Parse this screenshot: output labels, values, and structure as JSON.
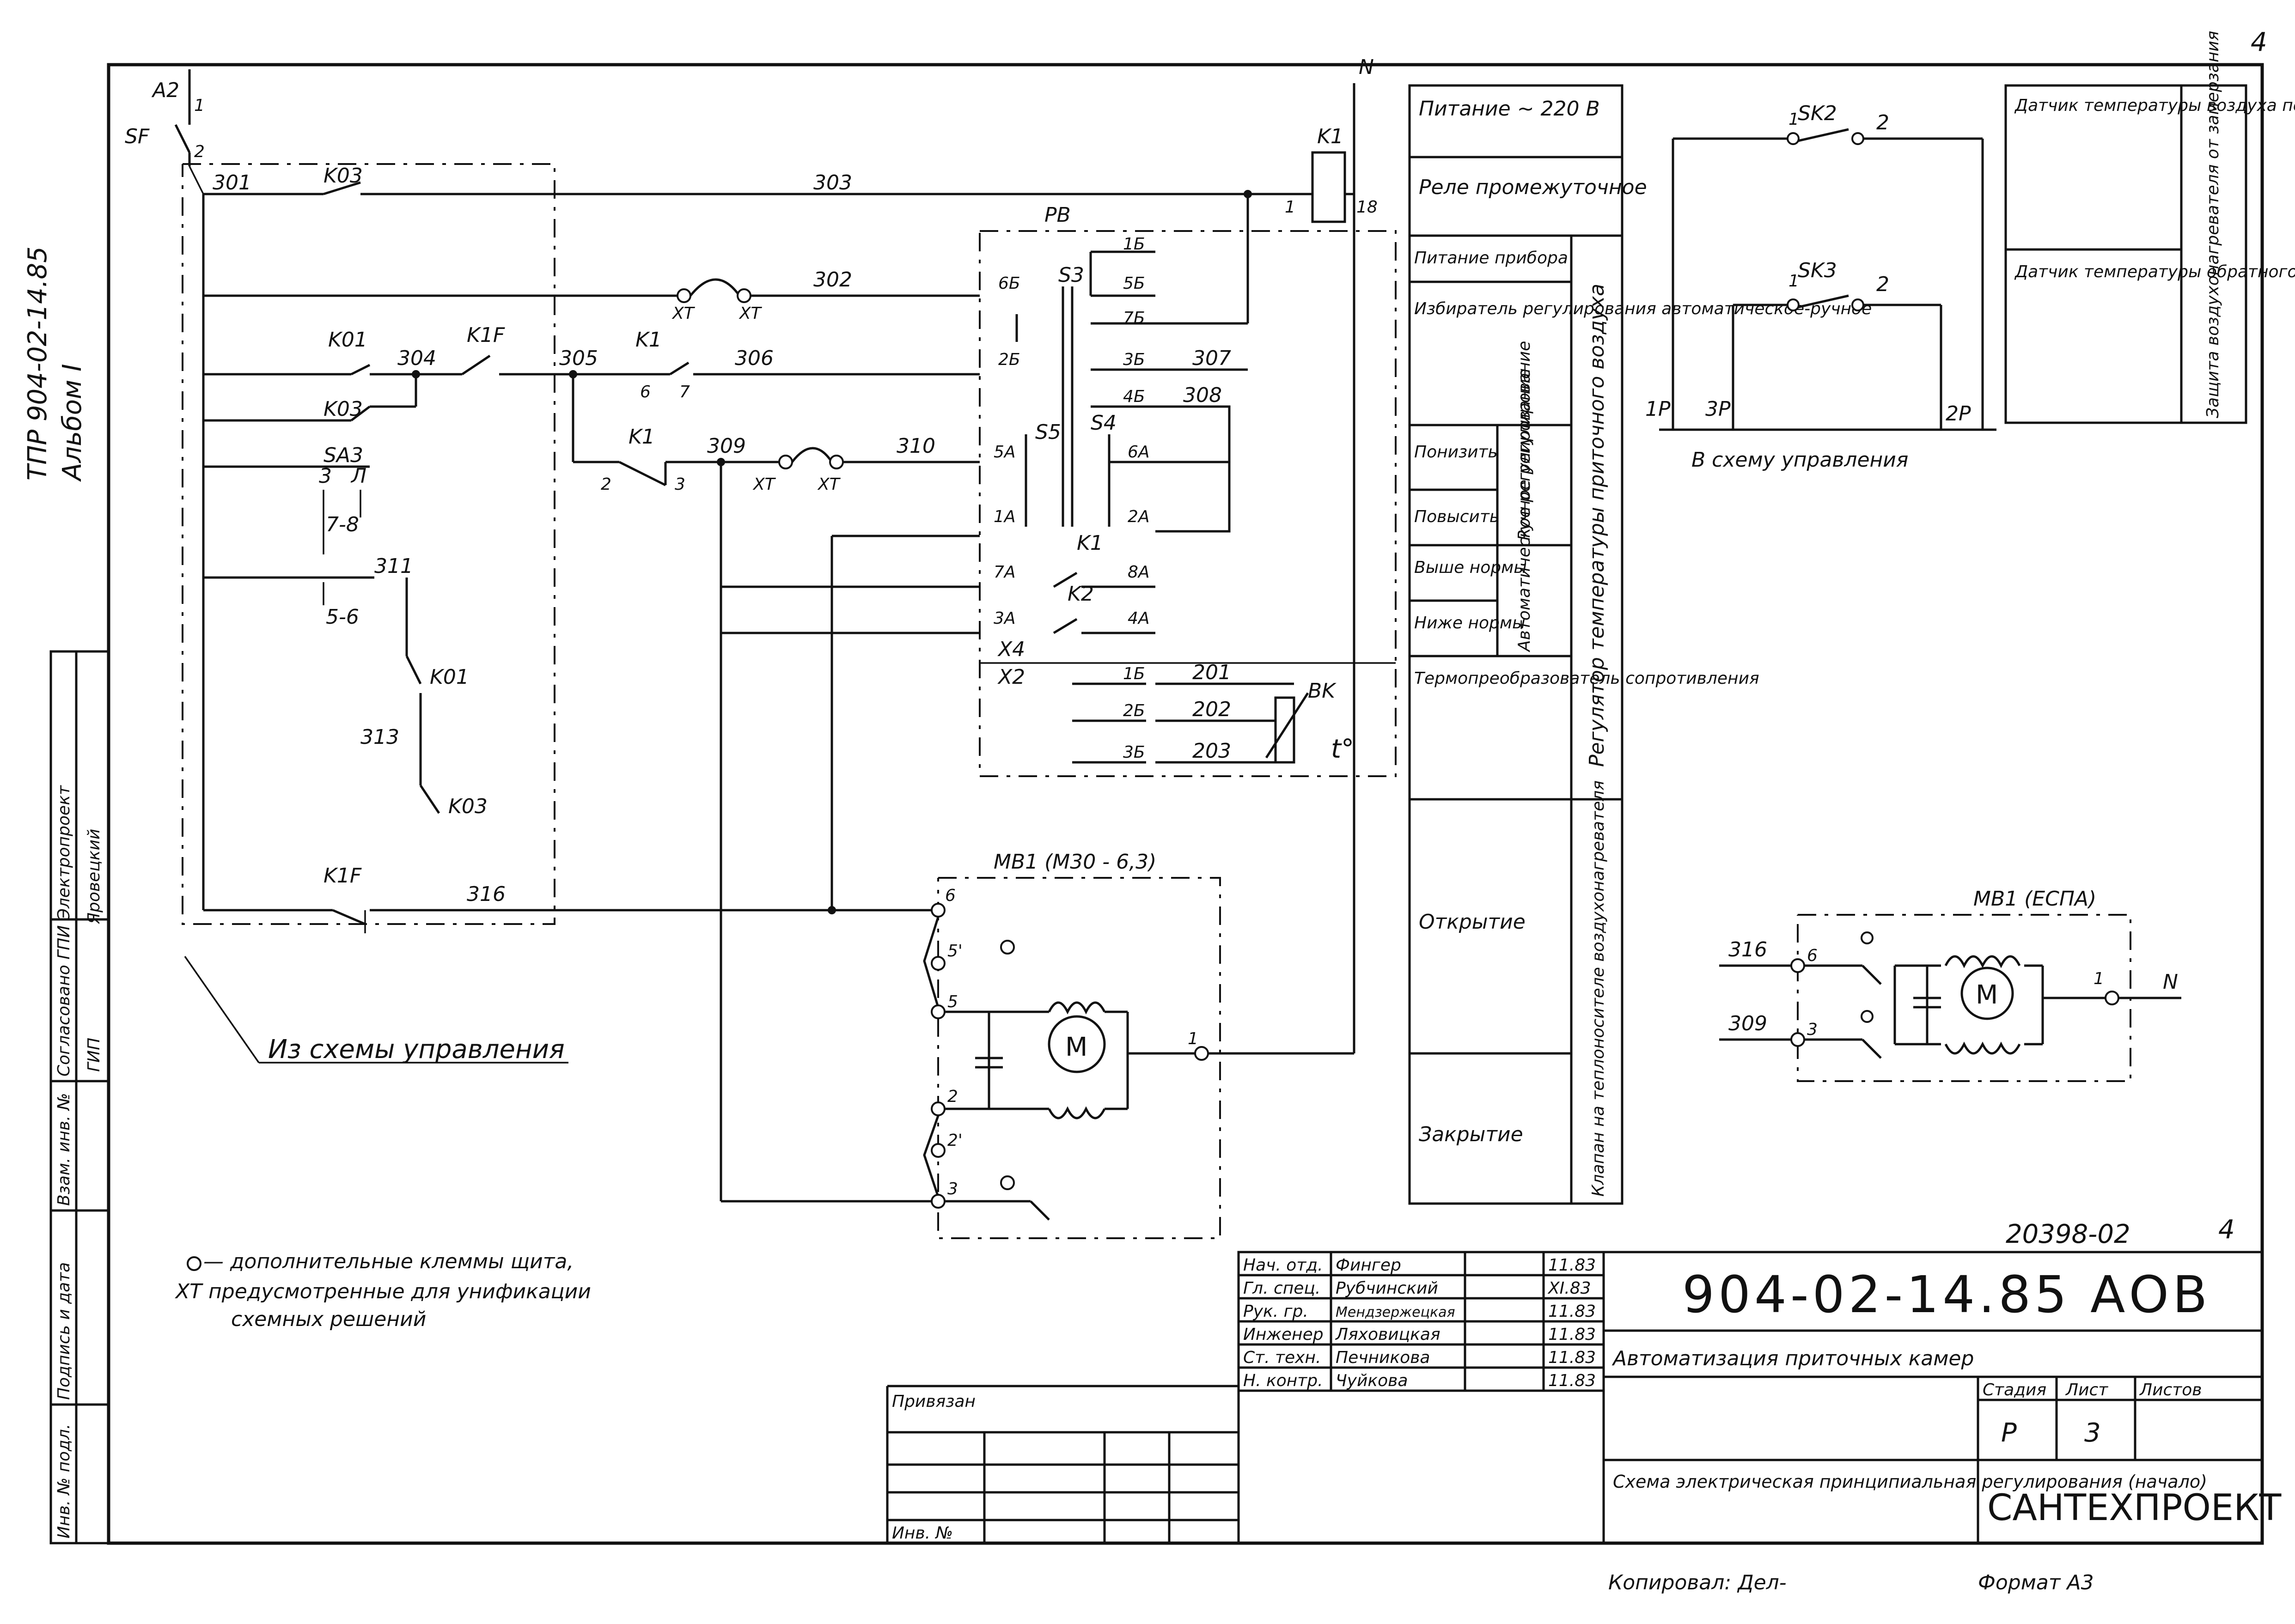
{
  "sheet": {
    "page_number": "4",
    "page_number_bottom": "4",
    "doc_code": "20398-02",
    "album_side": "ТПР 904-02-14.85",
    "album_side2": "Альбом I",
    "copied": "Копировал: Дел-",
    "format": "Формат А3"
  },
  "left_stamp": {
    "agreed": "Согласовано ГПИ Электропроект",
    "gip": "ГИП",
    "gip_name": "Яровецкий",
    "replace_inv": "Взам. инв. №",
    "sign_date": "Подпись и дата",
    "inv_orig": "Инв. № подл."
  },
  "schematic": {
    "labels": {
      "A2": "A2",
      "SF": "SF",
      "N": "N",
      "K1": "K1",
      "PB": "PB",
      "K03_top": "K03",
      "K01": "K01",
      "K1F": "K1F",
      "K03_mid": "K03",
      "SA3": "SA3",
      "SA3_3": "3",
      "SA3_L": "Л",
      "K1_a": "K1",
      "K1_b": "K1",
      "S3": "S3",
      "S4": "S4",
      "S5": "S5",
      "K1_c": "K1",
      "K2": "K2",
      "X4": "X4",
      "X2": "X2",
      "BK": "BK",
      "t": "t°",
      "K01_low": "K01",
      "K03_low": "K03",
      "K1F_low": "K1F",
      "MB1": "MB1  (M30 - 6,3)",
      "XT1": "XT",
      "XT2": "XT",
      "XT3": "XT",
      "XT4": "XT"
    },
    "wires": [
      "301",
      "303",
      "302",
      "304",
      "305",
      "306",
      "307",
      "308",
      "309",
      "310",
      "311",
      "313",
      "316",
      "201",
      "202",
      "203"
    ],
    "pins": {
      "p1": "1",
      "p2": "2",
      "p1k1": "1",
      "p18": "18",
      "p6": "6",
      "p7": "7",
      "p2b": "2",
      "p3b": "3",
      "p78": "7-8",
      "p56": "5-6",
      "t1B": "1Б",
      "t5B": "5Б",
      "t7B": "7Б",
      "t6B": "6Б",
      "t2B": "2Б",
      "t3B": "3Б",
      "t4B": "4Б",
      "t5A": "5А",
      "t6A": "6А",
      "t1A": "1А",
      "t2A": "2А",
      "t7A": "7А",
      "t8A": "8А",
      "t3A": "3А",
      "t4A": "4А",
      "x21": "1Б",
      "x22": "2Б",
      "x23": "3Б",
      "m6": "6",
      "m51": "5'",
      "m5": "5",
      "m2": "2",
      "m21": "2'",
      "m3": "3",
      "m1": "1"
    },
    "from_control": "Из схемы управления"
  },
  "legend_table": {
    "r1": "Питание ~ 220 В",
    "r2": "Реле промежуточное",
    "r3": "Питание прибора",
    "r4": "Избиратель регулирования автоматическое-ручное",
    "r5a": "Понизить",
    "r5b": "Повысить",
    "r5c": "Ручное регулирование",
    "r6a": "Выше нормы",
    "r6b": "Ниже нормы",
    "r6c": "Автоматическое регулирование",
    "r7": "Термопреобразователь сопротивления",
    "group1": "Регулятор температуры приточного воздуха",
    "r8": "Открытие",
    "r9": "Закрытие",
    "group2": "Клапан на теплоносителе воздухонагревателя"
  },
  "right_panel": {
    "sk2": "SK2",
    "sk3": "SK3",
    "p1": "1",
    "p2": "2",
    "p1b": "1",
    "p2b": "2",
    "t1r": "1Р",
    "t3r": "3Р",
    "t2r": "2Р",
    "to_control": "В схему управления",
    "box1": "Датчик температуры воздуха перед воздухонагревателем",
    "box2": "Датчик температуры обратного теплоносителя",
    "box3": "Защита воздухонагревателя от замерзания",
    "mb1": "MB1 (ЕСПА)",
    "w316": "316",
    "w309": "309",
    "p6": "6",
    "p3": "3",
    "n": "N"
  },
  "note": {
    "line1": "— дополнительные клеммы щита,",
    "line2": "XT предусмотренные для унификации",
    "line3": "схемных решений"
  },
  "title_block": {
    "roles": [
      "Нач. отд.",
      "Гл. спец.",
      "Рук. гр.",
      "Инженер",
      "Ст. техн.",
      "Н. контр."
    ],
    "names": [
      "Фингер",
      "Рубчинский",
      "Мендзержецкая",
      "Ляховицкая",
      "Печникова",
      "Чуйкова"
    ],
    "dates": [
      "11.83",
      "XI.83",
      "11.83",
      "11.83",
      "11.83",
      "11.83"
    ],
    "doc": "904-02-14.85 АОВ",
    "object": "Автоматизация приточных камер",
    "stage_h": "Стадия",
    "sheet_h": "Лист",
    "sheets_h": "Листов",
    "stage": "Р",
    "sheet": "3",
    "title": "Схема электрическая принципиальная регулирования (начало)",
    "org": "САНТЕХПРОЕКТ",
    "bound": "Привязан",
    "inv": "Инв. №"
  }
}
